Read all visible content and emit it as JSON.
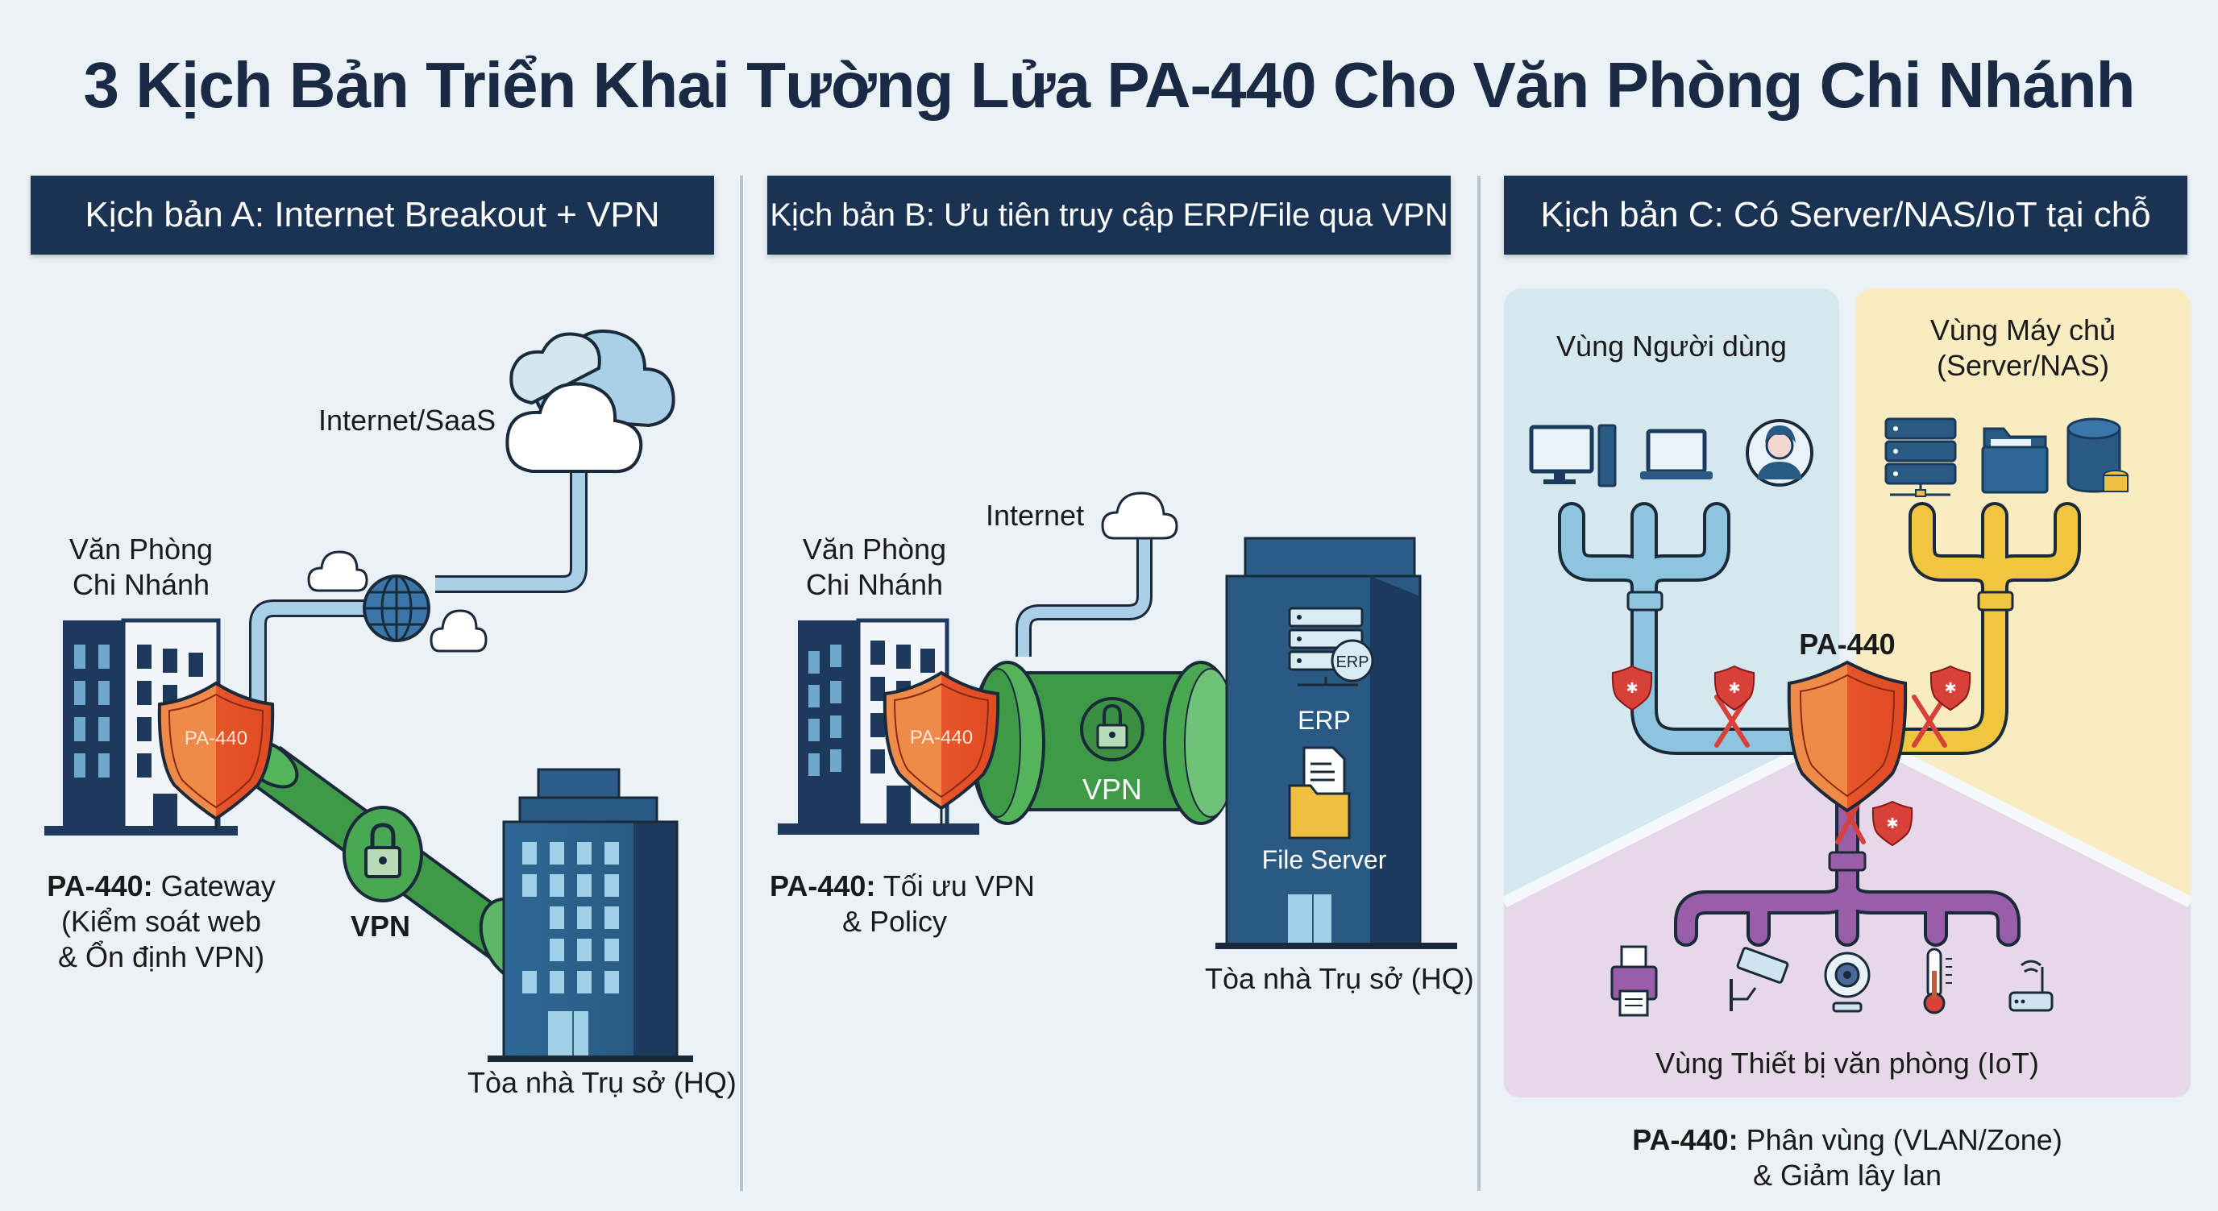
{
  "title": "3 Kịch Bản Triển Khai Tường Lửa PA-440 Cho Văn Phòng Chi Nhánh",
  "colors": {
    "background": "#eaf1f7",
    "header_bg": "#1b3352",
    "firewall_orange": "#e8582a",
    "vpn_green": "#3e9a46",
    "pipe_blue": "#8fc4de",
    "pipe_yellow": "#f0c53f",
    "pipe_purple": "#9a5ea8",
    "building_dark": "#1d3a5c",
    "building_blue": "#2c5d8a",
    "zone_user": "#d6e8ef",
    "zone_server": "#f8ecc0",
    "zone_iot": "#e6d8e8",
    "block_red": "#d8403a"
  },
  "scenarios": [
    {
      "id": "A",
      "header": "Kịch bản A: Internet Breakout + VPN",
      "branch_label_line1": "Văn Phòng",
      "branch_label_line2": "Chi Nhánh",
      "cloud_label": "Internet/SaaS",
      "firewall_badge": "PA-440",
      "tunnel_label": "VPN",
      "hq_label": "Tòa nhà Trụ sở (HQ)",
      "caption_bold": "PA-440:",
      "caption_line1": " Gateway",
      "caption_line2": "(Kiểm soát web",
      "caption_line3": "& Ổn định VPN)",
      "icons": [
        "branch-building",
        "firewall-shield",
        "globe",
        "cloud",
        "vpn-pipe",
        "lock",
        "hq-building"
      ]
    },
    {
      "id": "B",
      "header": "Kịch bản B: Ưu tiên truy cập ERP/File qua VPN",
      "branch_label_line1": "Văn Phòng",
      "branch_label_line2": "Chi Nhánh",
      "cloud_label": "Internet",
      "firewall_badge": "PA-440",
      "tunnel_label": "VPN",
      "erp_badge": "ERP",
      "erp_label": "ERP",
      "file_server_label": "File Server",
      "hq_label": "Tòa nhà Trụ sở (HQ)",
      "caption_bold": "PA-440:",
      "caption_line1": " Tối ưu VPN",
      "caption_line2": "& Policy",
      "icons": [
        "branch-building",
        "firewall-shield",
        "cloud",
        "vpn-tunnel",
        "lock",
        "server-rack",
        "document",
        "folder",
        "hq-building"
      ]
    },
    {
      "id": "C",
      "header": "Kịch bản C: Có Server/NAS/IoT tại chỗ",
      "zone_user_label": "Vùng Người dùng",
      "zone_server_label_line1": "Vùng Máy chủ",
      "zone_server_label_line2": "(Server/NAS)",
      "zone_iot_label": "Vùng Thiết bị văn phòng (IoT)",
      "firewall_label": "PA-440",
      "caption_bold": "PA-440:",
      "caption_line1": " Phân vùng (VLAN/Zone)",
      "caption_line2": "& Giảm lây lan",
      "user_devices": [
        "desktop",
        "laptop",
        "user"
      ],
      "server_devices": [
        "server-rack",
        "folder",
        "database"
      ],
      "iot_devices": [
        "printer",
        "security-camera",
        "webcam",
        "thermometer",
        "wifi-router"
      ]
    }
  ]
}
